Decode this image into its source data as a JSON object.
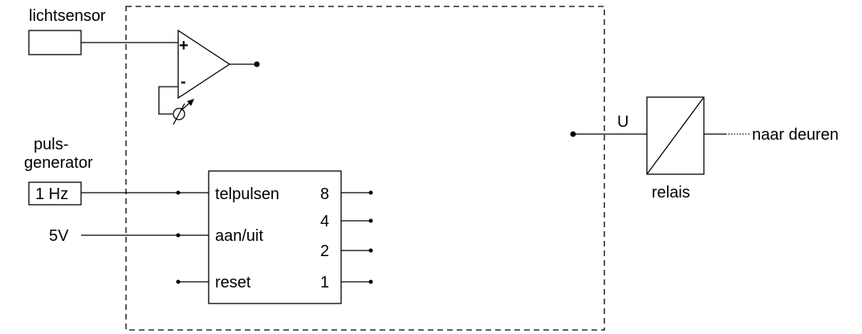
{
  "diagram": {
    "inputs": {
      "light_sensor": "lichtsensor",
      "pulse_generator_line1": "puls-",
      "pulse_generator_line2": "generator",
      "pulse_frequency": "1 Hz",
      "supply_voltage": "5V"
    },
    "comparator": {
      "plus_sign": "+",
      "minus_sign": "-"
    },
    "counter": {
      "input_count_pulses": "telpulsen",
      "input_on_off": "aan/uit",
      "input_reset": "reset",
      "output_8": "8",
      "output_4": "4",
      "output_2": "2",
      "output_1": "1"
    },
    "relay": {
      "voltage_label": "U",
      "label": "relais",
      "output_label": "naar deuren"
    }
  }
}
